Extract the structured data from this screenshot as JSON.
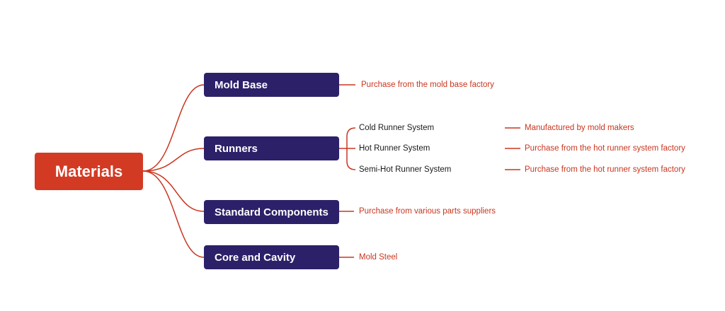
{
  "root": {
    "label": "Materials"
  },
  "categories": [
    {
      "label": "Mold Base",
      "note": "Purchase from the mold base factory"
    },
    {
      "label": "Runners",
      "children": [
        {
          "label": "Cold Runner System",
          "note": "Manufactured by mold makers"
        },
        {
          "label": "Hot Runner System",
          "note": "Purchase from the hot runner system factory"
        },
        {
          "label": "Semi-Hot Runner System",
          "note": "Purchase from the hot runner system factory"
        }
      ]
    },
    {
      "label": "Standard Components",
      "note": "Purchase from various parts suppliers"
    },
    {
      "label": "Core and Cavity",
      "note": "Mold Steel"
    }
  ],
  "colors": {
    "root": "#d33a24",
    "category": "#2c2169",
    "connector": "#c8361f",
    "note_text": "#c8361f",
    "sub_text": "#1a1a1a"
  }
}
